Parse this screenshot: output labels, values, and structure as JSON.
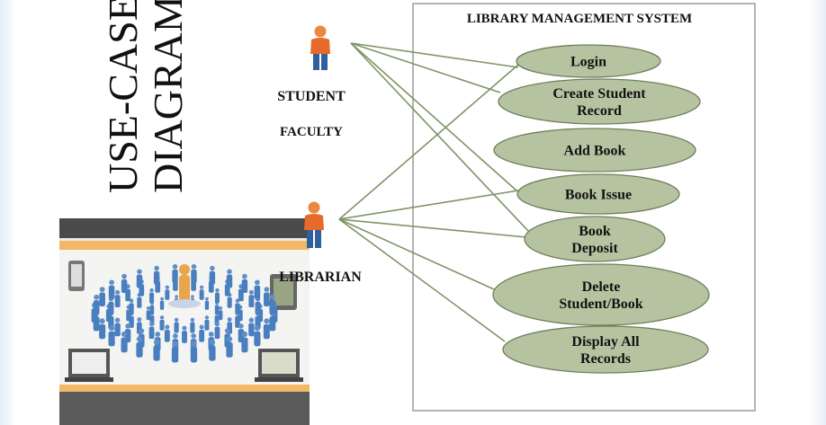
{
  "diagram_title_lines": [
    "USE-CASE",
    "DIAGRAM"
  ],
  "system": {
    "title": "LIBRARY MANAGEMENT SYSTEM"
  },
  "actors": {
    "student": "STUDENT",
    "faculty": "FACULTY",
    "librarian": "LIBRARIAN"
  },
  "use_cases": [
    {
      "id": "login",
      "lines": [
        "Login"
      ]
    },
    {
      "id": "create-student-record",
      "lines": [
        "Create Student",
        "Record"
      ]
    },
    {
      "id": "add-book",
      "lines": [
        "Add Book"
      ]
    },
    {
      "id": "book-issue",
      "lines": [
        "Book Issue"
      ]
    },
    {
      "id": "book-deposit",
      "lines": [
        "Book",
        "Deposit"
      ]
    },
    {
      "id": "delete-student-book",
      "lines": [
        "Delete",
        "Student/Book"
      ]
    },
    {
      "id": "display-all-records",
      "lines": [
        "Display All",
        "Records"
      ]
    }
  ],
  "associations": [
    {
      "actor": "student",
      "use_case": "login"
    },
    {
      "actor": "student",
      "use_case": "create-student-record"
    },
    {
      "actor": "student",
      "use_case": "book-issue"
    },
    {
      "actor": "student",
      "use_case": "book-deposit"
    },
    {
      "actor": "librarian",
      "use_case": "login"
    },
    {
      "actor": "librarian",
      "use_case": "book-issue"
    },
    {
      "actor": "librarian",
      "use_case": "book-deposit"
    },
    {
      "actor": "librarian",
      "use_case": "delete-student-book"
    },
    {
      "actor": "librarian",
      "use_case": "display-all-records"
    }
  ],
  "colors": {
    "ellipse_fill": "#b6c3a0",
    "ellipse_stroke": "#6f7f5a",
    "line": "#7e9467",
    "actor_body": "#e66a2c",
    "actor_legs": "#2f5f9c",
    "system_border": "#9a9a9a"
  },
  "illustration": {
    "name": "crowd-network-photo",
    "bezel_color": "#f2b865"
  }
}
